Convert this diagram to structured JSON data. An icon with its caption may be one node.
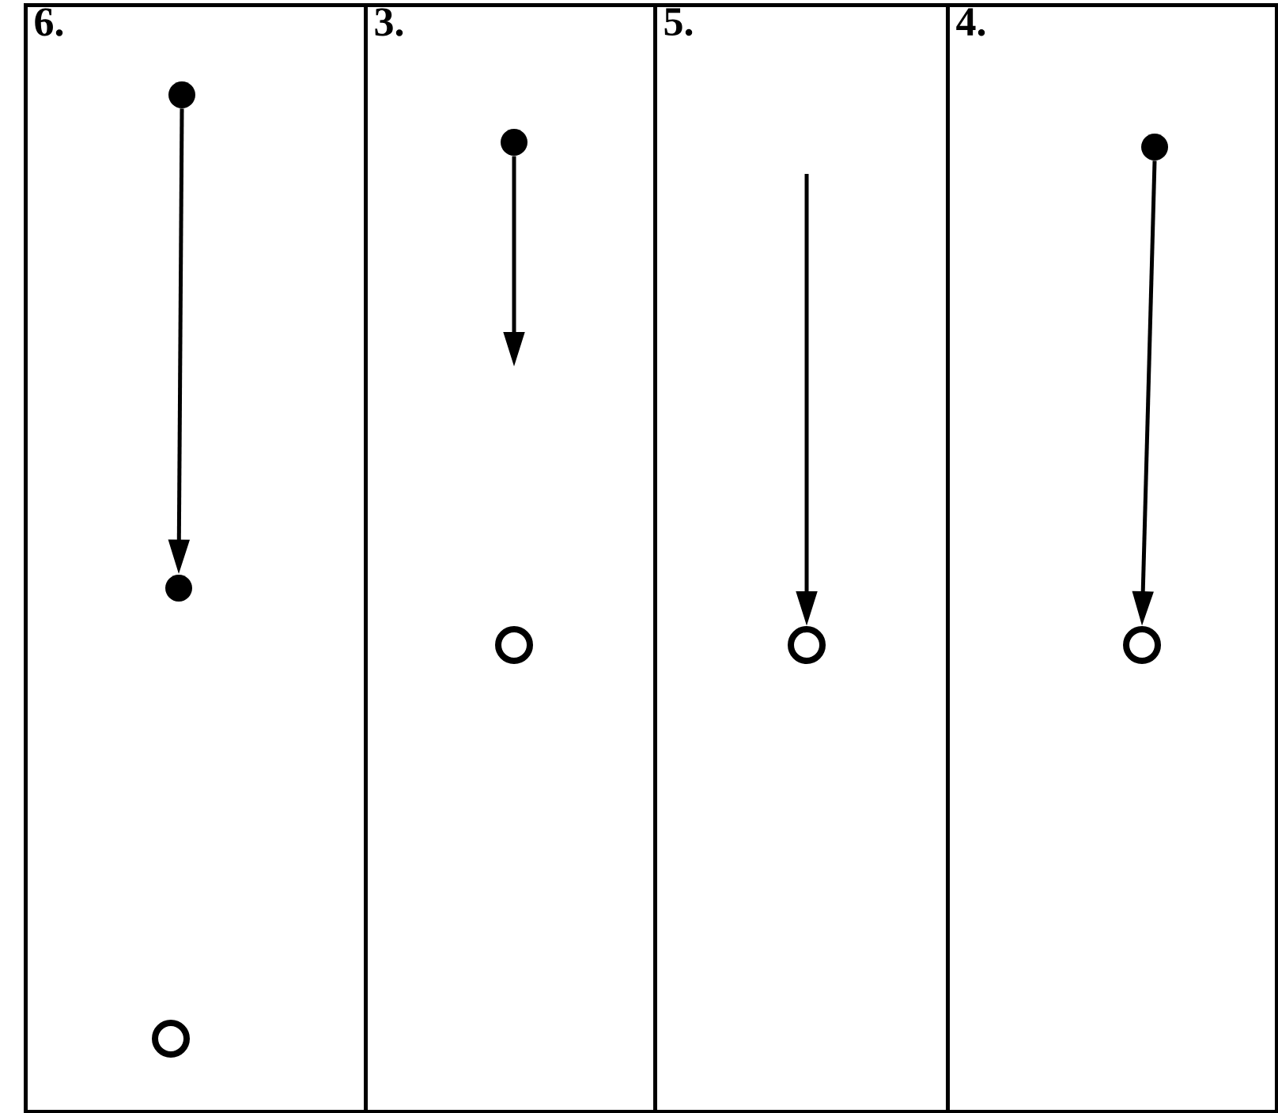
{
  "diagram": {
    "nodes": [
      {
        "text": [
          "6."
        ]
      },
      {
        "text": [],
        "shape": "dot",
        "in": 0
      },
      {
        "text": [],
        "shape": "dot",
        "in": 0
      },
      {
        "text": [],
        "shape": "circle",
        "in": 0
      },
      {
        "text": [
          "3."
        ]
      },
      {
        "text": [],
        "shape": "dot",
        "in": 4
      },
      {
        "text": [],
        "shape": "circle",
        "in": 4
      },
      {
        "text": [
          "5."
        ]
      },
      {
        "text": [],
        "shape": "circle",
        "in": 7
      },
      {
        "text": [
          "4."
        ]
      },
      {
        "text": [],
        "shape": "dot",
        "in": 9
      },
      {
        "text": [],
        "shape": "circle",
        "in": 9
      }
    ],
    "edges": [
      {
        "from": 1,
        "to": 2,
        "arrow": "to"
      },
      {
        "from": 5,
        "to": null,
        "arrow": "to"
      },
      {
        "from": null,
        "to": 8,
        "arrow": "to"
      },
      {
        "from": 10,
        "to": 11,
        "arrow": "to"
      }
    ]
  }
}
